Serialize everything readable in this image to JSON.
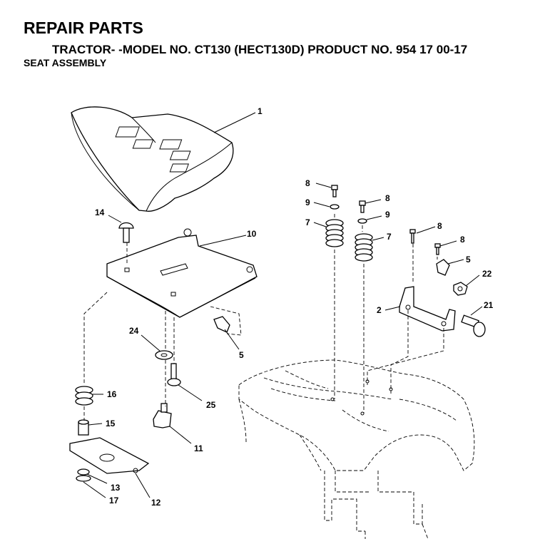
{
  "header": {
    "title": "REPAIR PARTS",
    "subtitle": "TRACTOR- -MODEL NO. CT130 (HECT130D) PRODUCT NO. 954 17 00-17",
    "section": "SEAT ASSEMBLY"
  },
  "callouts": {
    "c1": "1",
    "c14": "14",
    "c10": "10",
    "c24": "24",
    "c5a": "5",
    "c16": "16",
    "c15": "15",
    "c25": "25",
    "c11": "11",
    "c13": "13",
    "c12": "12",
    "c17": "17",
    "c8a": "8",
    "c9a": "9",
    "c7a": "7",
    "c8b": "8",
    "c9b": "9",
    "c7b": "7",
    "c8c": "8",
    "c8d": "8",
    "c5b": "5",
    "c22": "22",
    "c2": "2",
    "c21": "21"
  },
  "colors": {
    "ink": "#000000",
    "paper": "#ffffff"
  }
}
